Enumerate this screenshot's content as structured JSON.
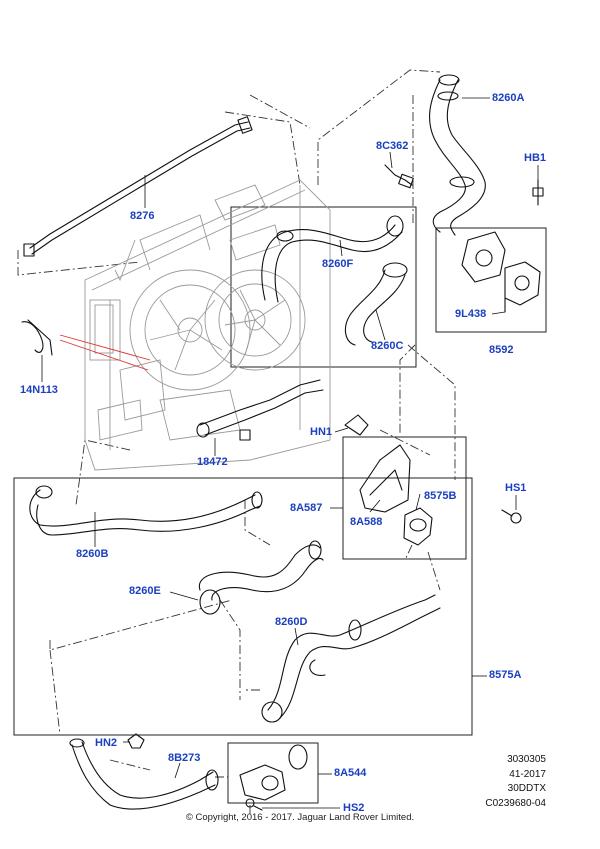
{
  "callouts": {
    "c8260A": "8260A",
    "cHB1": "HB1",
    "c8C362": "8C362",
    "c8276": "8276",
    "c8260F": "8260F",
    "c9L438": "9L438",
    "c8592": "8592",
    "c8260C": "8260C",
    "c14N113": "14N113",
    "cHN1": "HN1",
    "c18472": "18472",
    "cHS1": "HS1",
    "c8575B": "8575B",
    "c8A587": "8A587",
    "c8A588": "8A588",
    "c8260B": "8260B",
    "c8260E": "8260E",
    "c8260D": "8260D",
    "c8575A": "8575A",
    "cHN2": "HN2",
    "c8B273": "8B273",
    "c8A544": "8A544",
    "cHS2": "HS2"
  },
  "reference": {
    "line1": "3030305",
    "line2": "41-2017",
    "line3": "30DDTX",
    "line4": "C0239680-04"
  },
  "copyright": "© Copyright, 2016 - 2017. Jaguar Land Rover Limited."
}
